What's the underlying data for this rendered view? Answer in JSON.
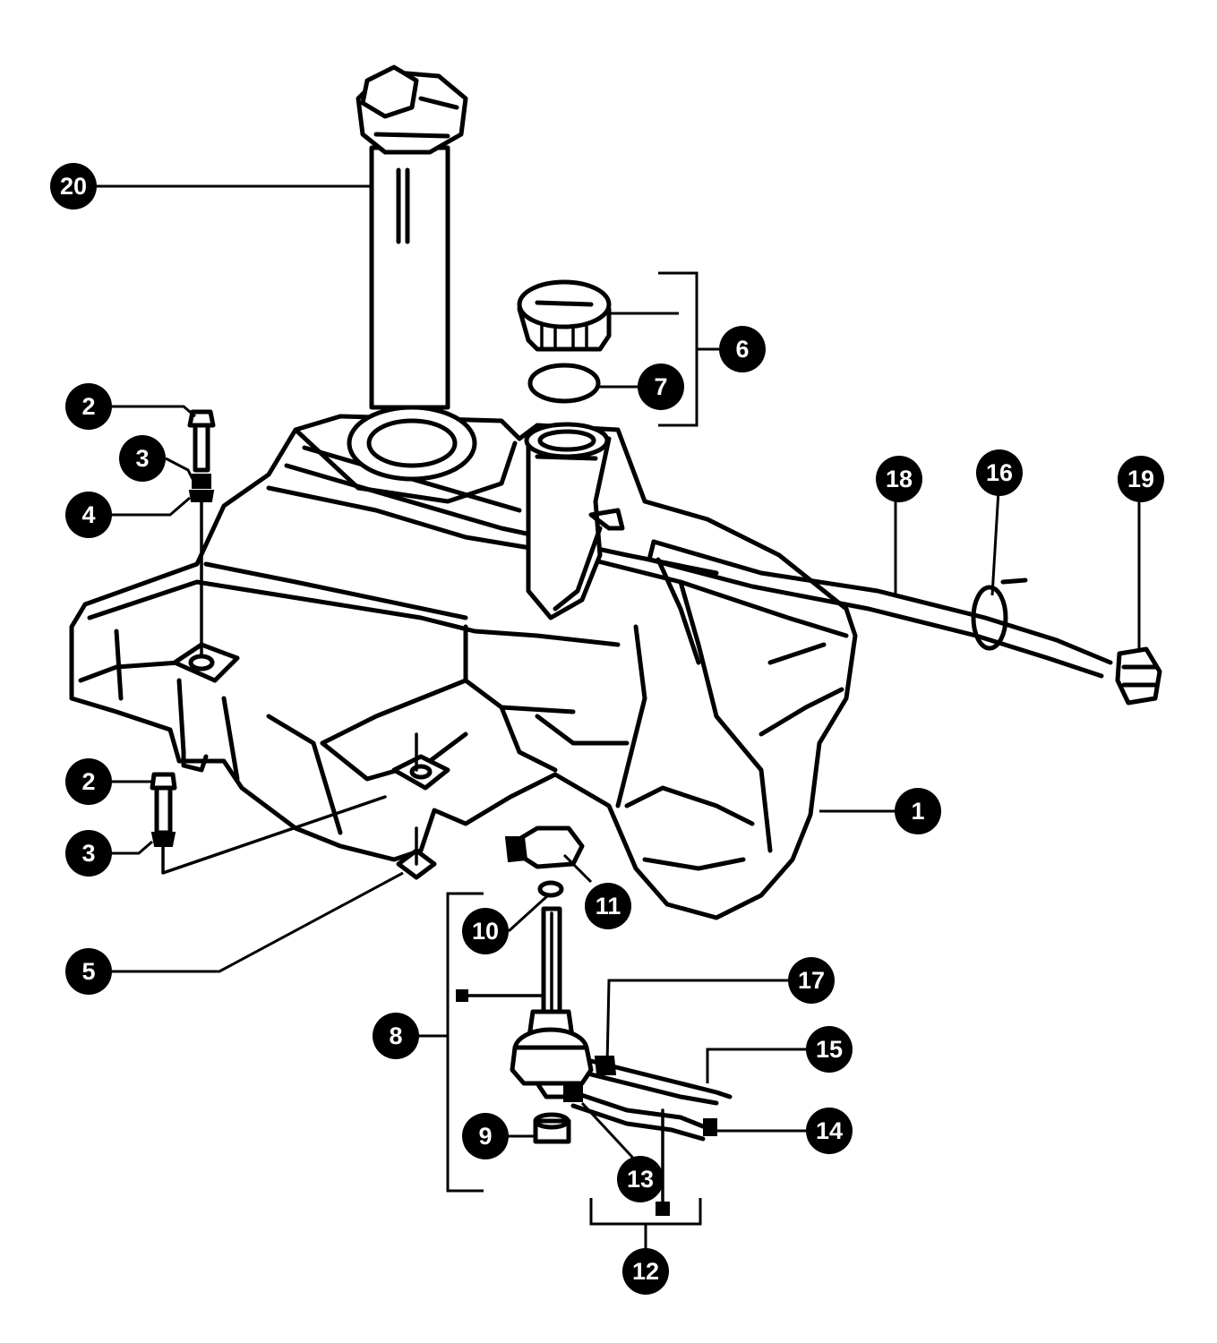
{
  "diagram": {
    "callouts": [
      "1",
      "2",
      "2",
      "3",
      "3",
      "4",
      "5",
      "6",
      "7",
      "8",
      "9",
      "10",
      "11",
      "12",
      "13",
      "14",
      "15",
      "16",
      "17",
      "18",
      "19",
      "20"
    ]
  }
}
